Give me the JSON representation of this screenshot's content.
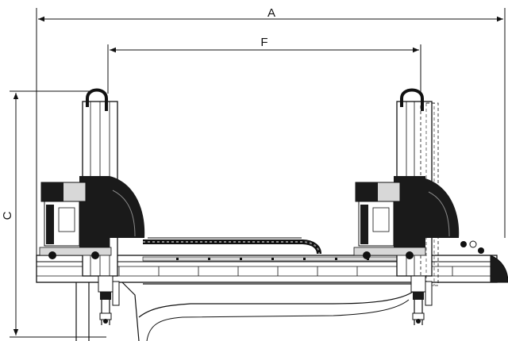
{
  "dimensions": {
    "overall_width_label": "A",
    "carriage_span_label": "F",
    "height_label": "C"
  },
  "colors": {
    "line": "#111111",
    "dark_fill": "#1a1a1a",
    "mid_fill": "#888888",
    "light_fill": "#d8d8d8",
    "background": "#ffffff"
  }
}
